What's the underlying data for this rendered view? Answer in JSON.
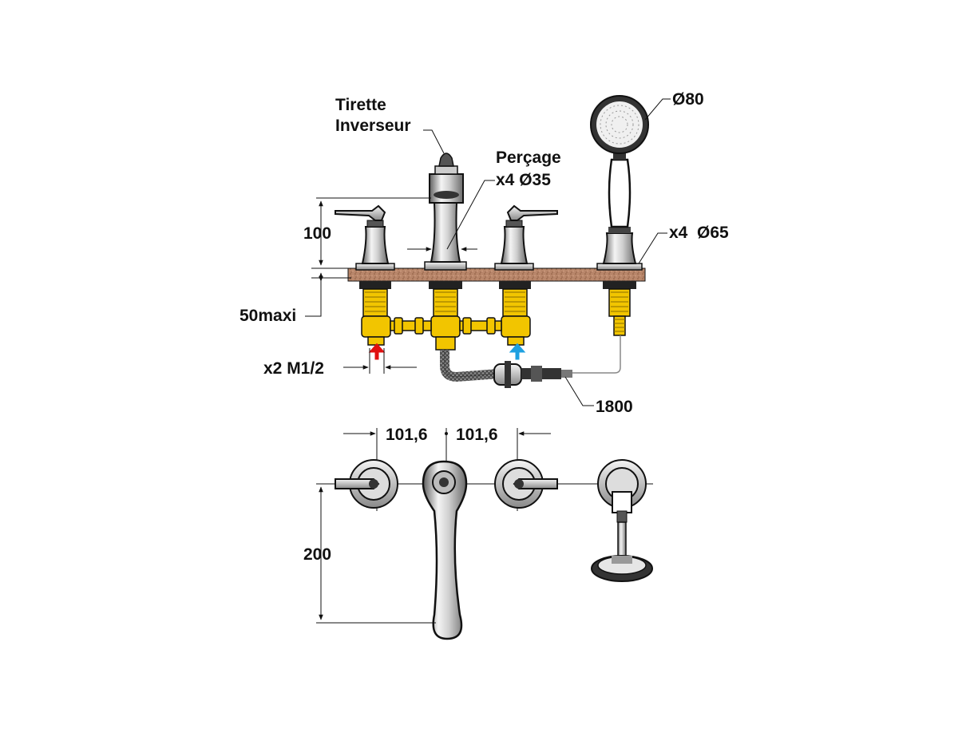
{
  "labels": {
    "tirette_line1": "Tirette",
    "tirette_line2": "Inverseur",
    "percage_line1": "Perçage",
    "percage_line2": "x4 Ø35",
    "shower_diameter": "Ø80",
    "base_diameter": "x4  Ø65",
    "height_100": "100",
    "deck_50maxi": "50maxi",
    "inlet_thread": "x2 M1/2",
    "hose_length": "1800",
    "spacing_left": "101,6",
    "spacing_right": "101,6",
    "spout_reach": "200"
  },
  "colors": {
    "brass": "#f2c500",
    "chrome_light": "#e8e8e8",
    "chrome_dark": "#6f6f6f",
    "deck": "#b8866a",
    "hot_arrow": "#e01010",
    "cold_arrow": "#1ea0e0",
    "line": "#111111"
  }
}
